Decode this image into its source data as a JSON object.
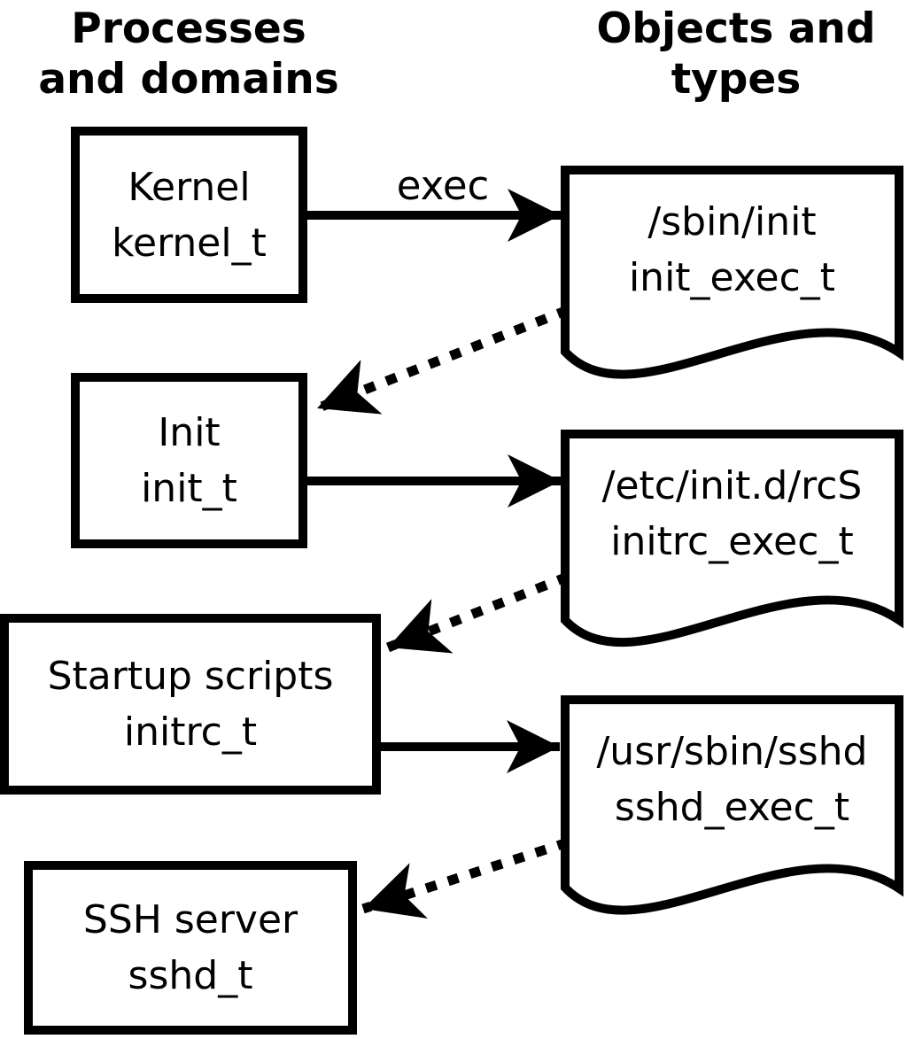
{
  "headers": {
    "processes": {
      "line1": "Processes",
      "line2": "and domains"
    },
    "objects": {
      "line1": "Objects and",
      "line2": "types"
    }
  },
  "processes": [
    {
      "label": "Kernel",
      "domain": "kernel_t"
    },
    {
      "label": "Init",
      "domain": "init_t"
    },
    {
      "label": "Startup scripts",
      "domain": "initrc_t"
    },
    {
      "label": "SSH server",
      "domain": "sshd_t"
    }
  ],
  "objects": [
    {
      "path": "/sbin/init",
      "type": "init_exec_t"
    },
    {
      "path": "/etc/init.d/rcS",
      "type": "initrc_exec_t"
    },
    {
      "path": "/usr/sbin/sshd",
      "type": "sshd_exec_t"
    }
  ],
  "edge_labels": {
    "exec": "exec"
  },
  "colors": {
    "ink": "#000000",
    "background": "#ffffff"
  }
}
